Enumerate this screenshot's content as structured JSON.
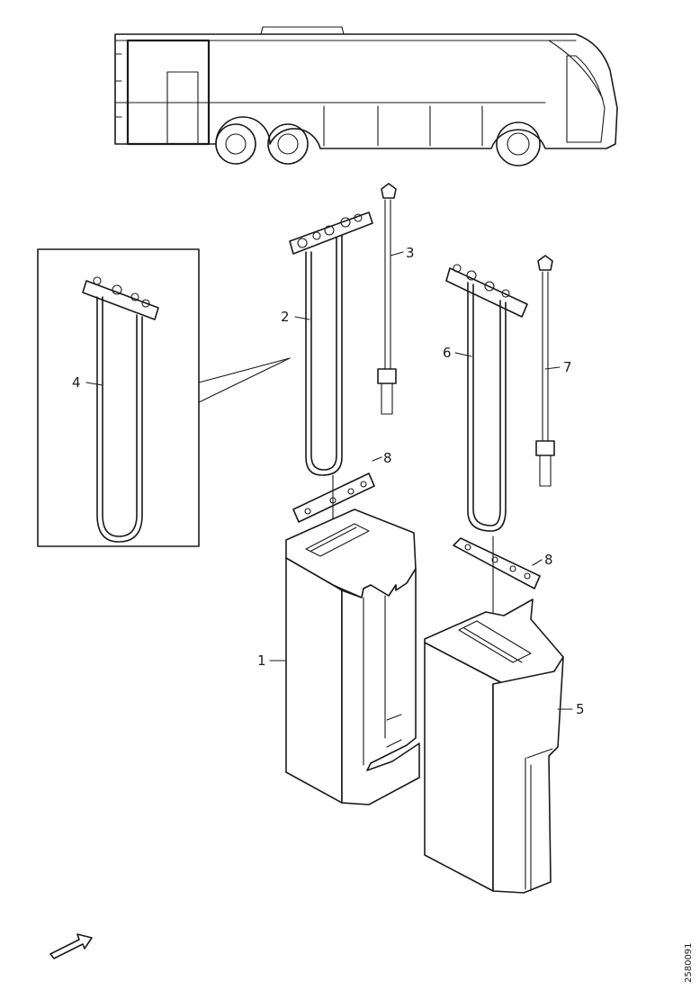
{
  "callouts": {
    "tank_left": "1",
    "heater_left": "2",
    "sensor_left": "3",
    "detail_heater": "4",
    "tank_right": "5",
    "heater_right": "6",
    "sensor_right": "7",
    "gasket_upper": "8",
    "gasket_lower": "8"
  },
  "document_id": "2580091"
}
